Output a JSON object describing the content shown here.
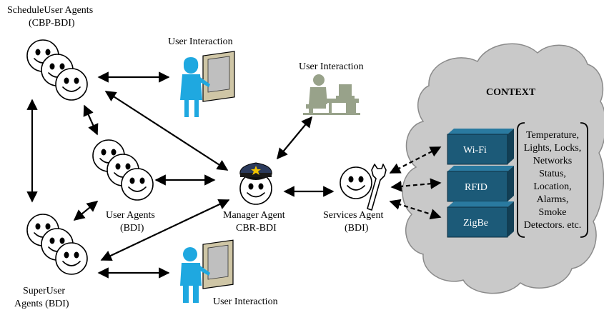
{
  "labels": {
    "schedule_agents_line1": "ScheduleUser Agents",
    "schedule_agents_line2": "(CBP-BDI)",
    "user_interaction_top": "User Interaction",
    "user_interaction_right": "User Interaction",
    "user_interaction_bottom": "User Interaction",
    "user_agents_line1": "User Agents",
    "user_agents_line2": "(BDI)",
    "superuser_line1": "SuperUser",
    "superuser_line2": "Agents (BDI)",
    "manager_line1": "Manager Agent",
    "manager_line2": "CBR-BDI",
    "services_line1": "Services Agent",
    "services_line2": "(BDI)"
  },
  "context": {
    "title": "CONTEXT",
    "technologies": [
      "Wi-Fi",
      "RFID",
      "ZigBe"
    ],
    "details": [
      "Temperature,",
      "Lights, Locks,",
      "Networks",
      "Status,",
      "Location,",
      "Alarms,",
      "Smoke",
      "Detectors. etc."
    ]
  },
  "colors": {
    "user_figure": "#1fa8e0",
    "cloud_fill": "#c9c9c9",
    "tech_box_front": "#1c5a78",
    "tech_box_side": "#123f55",
    "desk_person": "#98a28a",
    "cap": "#2b3a5c"
  },
  "icons": [
    "smiley-face-icon",
    "user-figure-icon",
    "computer-user-icon",
    "police-cap-icon",
    "wrench-icon",
    "cloud-icon"
  ]
}
